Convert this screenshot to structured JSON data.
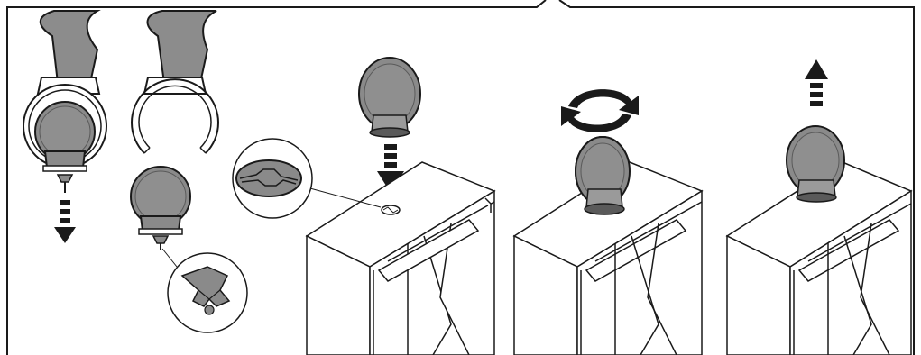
{
  "figure": {
    "panels": [
      {
        "id": "step-1",
        "elements": [
          "hose",
          "clamp",
          "nozzle",
          "arrow-down-dashed"
        ]
      },
      {
        "id": "step-2",
        "elements": [
          "hose",
          "open-clamp",
          "nozzle",
          "magnified-tip"
        ]
      },
      {
        "id": "step-3",
        "elements": [
          "nozzle",
          "arrow-down-dashed",
          "housing",
          "magnified-slot"
        ]
      },
      {
        "id": "step-4",
        "elements": [
          "rotate-arrows",
          "nozzle-inserted",
          "housing"
        ]
      },
      {
        "id": "step-5",
        "elements": [
          "arrow-up-dashed",
          "nozzle-lifted",
          "housing"
        ]
      }
    ],
    "colors": {
      "line": "#1a1a1a",
      "hose_fill": "#8c8c8c",
      "nozzle_fill": "#8a8a8a",
      "nozzle_rim": "#5a5a5a",
      "paper": "#ffffff"
    }
  }
}
